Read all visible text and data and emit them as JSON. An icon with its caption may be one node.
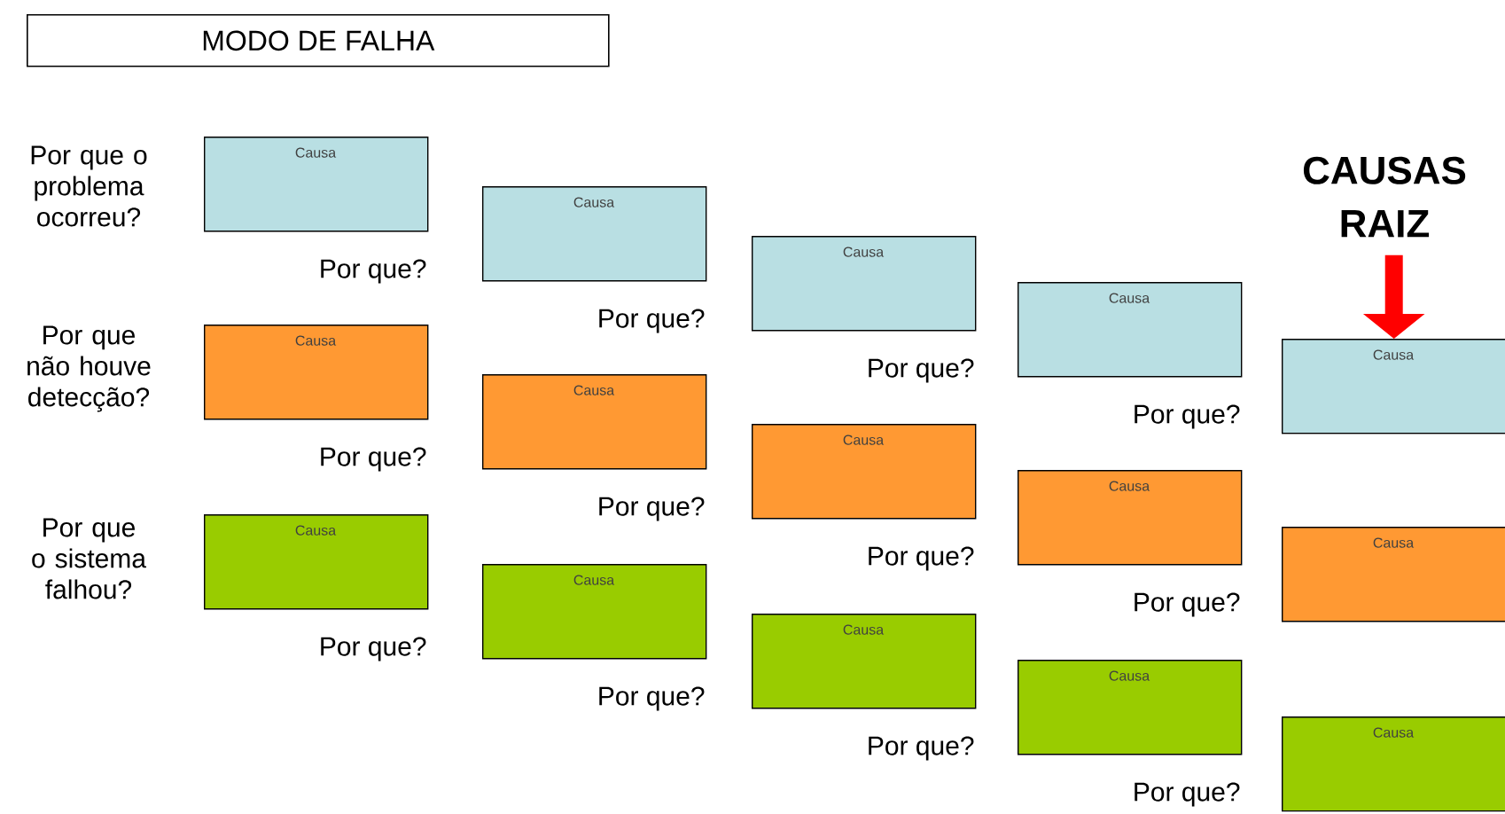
{
  "diagram": {
    "nodes": [
      {
        "text": [
          "MODO DE FALHA"
        ]
      },
      {
        "text": [
          "Causa"
        ],
        "beside": [
          "Por que?"
        ]
      },
      {
        "text": [
          "Causa"
        ],
        "beside": [
          "Por que?"
        ]
      },
      {
        "text": [
          "Causa"
        ],
        "beside": [
          "Por que?"
        ]
      },
      {
        "text": [
          "Causa"
        ],
        "beside": [
          "Por que?"
        ]
      },
      {
        "text": [
          "Causa"
        ],
        "beside": [
          "Por que?"
        ]
      },
      {
        "text": [
          "Causa"
        ],
        "beside": [
          "Por que?"
        ]
      },
      {
        "text": [
          "Causa"
        ],
        "beside": [
          "Por que?"
        ]
      },
      {
        "text": [
          "Causa"
        ],
        "beside": [
          "Por que?"
        ]
      },
      {
        "text": [
          "Causa"
        ],
        "beside": [
          "Por que?"
        ]
      },
      {
        "text": [
          "Causa"
        ],
        "beside": [
          "Por que?"
        ]
      },
      {
        "text": [
          "Causa"
        ],
        "beside": [
          "Por que?"
        ]
      },
      {
        "text": [
          "Causa"
        ],
        "beside": [
          "Por que?"
        ]
      },
      {
        "text": [
          "CAUSAS RAIZ"
        ]
      },
      {
        "text": [
          "Causa"
        ]
      },
      {
        "text": [
          "Causa"
        ]
      },
      {
        "text": [
          "Causa"
        ]
      }
    ],
    "edges": [
      {
        "from": 13,
        "to": 14,
        "arrow": "to",
        "color": "#ff0000"
      }
    ],
    "labels": [
      "Por que o problema ocorreu?",
      "Por que não houve detecção?",
      "Por que o sistema falhou?"
    ]
  }
}
